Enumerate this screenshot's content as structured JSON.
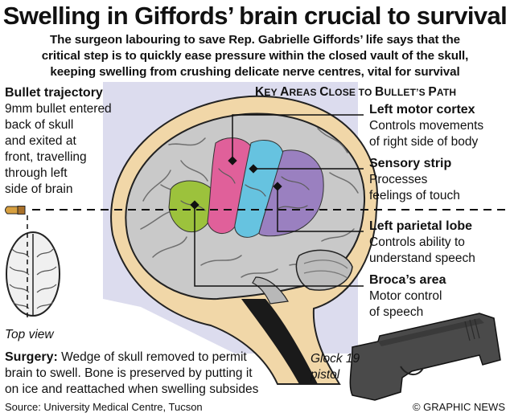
{
  "header": {
    "title": "Swelling in Giffords’ brain crucial to survival",
    "subtitle_lines": [
      "The surgeon labouring to save Rep. Gabrielle Giffords’ life says that the",
      "critical step is to quickly ease pressure within the closed vault of the skull,",
      "keeping swelling from crushing delicate nerve centres, vital for survival"
    ]
  },
  "trajectory": {
    "heading": "Bullet trajectory",
    "lines": [
      "9mm bullet entered",
      "back of skull",
      "and exited at",
      "front, travelling",
      "through left",
      "side of brain"
    ]
  },
  "key_heading": {
    "k1": "K",
    "w1": "EY ",
    "k2": "A",
    "w2": "REAS ",
    "k3": "C",
    "w3": "LOSE TO ",
    "k4": "B",
    "w4": "ULLET’S ",
    "k5": "P",
    "w5": "ATH"
  },
  "areas": [
    {
      "name": "Left motor cortex",
      "lines": [
        "Controls movements",
        "of right side of body"
      ]
    },
    {
      "name": "Sensory strip",
      "lines": [
        "Processes",
        "feelings of touch"
      ]
    },
    {
      "name": "Left parietal lobe",
      "lines": [
        "Controls ability to",
        "understand speech"
      ]
    },
    {
      "name": "Broca’s area",
      "lines": [
        "Motor control",
        "of speech"
      ]
    }
  ],
  "top_view_label": "Top view",
  "surgery": {
    "label": "Surgery:",
    "lines": [
      " Wedge of skull removed to permit",
      "brain to swell. Bone is preserved by putting it",
      "on ice and reattached when swelling subsides"
    ]
  },
  "pistol_label": [
    "Glock 19",
    "pistol"
  ],
  "source": "Source: University Medical Centre, Tucson",
  "credit": "© GRAPHIC NEWS",
  "colors": {
    "background_panel": "#dcdcee",
    "skull": "#f1d7a8",
    "brain": "#c9c9c9",
    "motor_cortex": "#e0609a",
    "sensory_strip": "#66c3e0",
    "parietal_lobe": "#9a80c0",
    "brocas_area": "#9cc23c",
    "pistol": "#4a4a4a"
  }
}
